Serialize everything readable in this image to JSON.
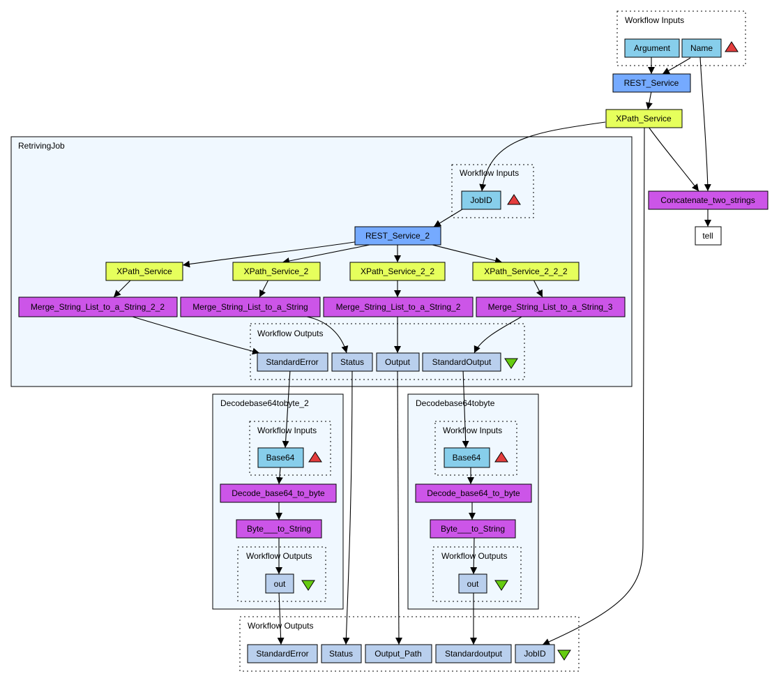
{
  "colors": {
    "input_port": "#87ceeb",
    "output_port": "#b9cfed",
    "rest_service": "#75aaff",
    "xpath_service": "#e6ff5c",
    "local_worker": "#cc55e8",
    "constant": "#ffffff",
    "nested_fill": "#f0f8ff",
    "input_triangle": "#e43d3d",
    "output_triangle": "#66cc11"
  },
  "clusters": {
    "top_inputs": "Workflow Inputs",
    "retrieving": "RetrivingJob",
    "retrieving_inputs": "Workflow Inputs",
    "retrieving_outputs": "Workflow Outputs",
    "decode2": "Decodebase64tobyte_2",
    "decode2_inputs": "Workflow Inputs",
    "decode2_outputs": "Workflow Outputs",
    "decode1": "Decodebase64tobyte",
    "decode1_inputs": "Workflow Inputs",
    "decode1_outputs": "Workflow Outputs",
    "bottom_outputs": "Workflow Outputs"
  },
  "nodes": {
    "argument": "Argument",
    "name": "Name",
    "rest_service": "REST_Service",
    "xpath_service": "XPath_Service",
    "concatenate": "Concatenate_two_strings",
    "tell": "tell",
    "jobid_in": "JobID",
    "rest_service_2": "REST_Service_2",
    "rj_xpath_service": "XPath_Service",
    "xpath_service_2": "XPath_Service_2",
    "xpath_service_2_2": "XPath_Service_2_2",
    "xpath_service_2_2_2": "XPath_Service_2_2_2",
    "merge_2_2": "Merge_String_List_to_a_String_2_2",
    "merge": "Merge_String_List_to_a_String",
    "merge_2": "Merge_String_List_to_a_String_2",
    "merge_3": "Merge_String_List_to_a_String_3",
    "rj_standard_error": "StandardError",
    "rj_status": "Status",
    "rj_output": "Output",
    "rj_standard_output": "StandardOutput",
    "d2_base64": "Base64",
    "d2_decode": "Decode_base64_to_byte",
    "d2_byte_to_string": "Byte___to_String",
    "d2_out": "out",
    "d1_base64": "Base64",
    "d1_decode": "Decode_base64_to_byte",
    "d1_byte_to_string": "Byte___to_String",
    "d1_out": "out",
    "out_standard_error": "StandardError",
    "out_status": "Status",
    "out_output_path": "Output_Path",
    "out_standardoutput": "Standardoutput",
    "out_jobid": "JobID"
  }
}
